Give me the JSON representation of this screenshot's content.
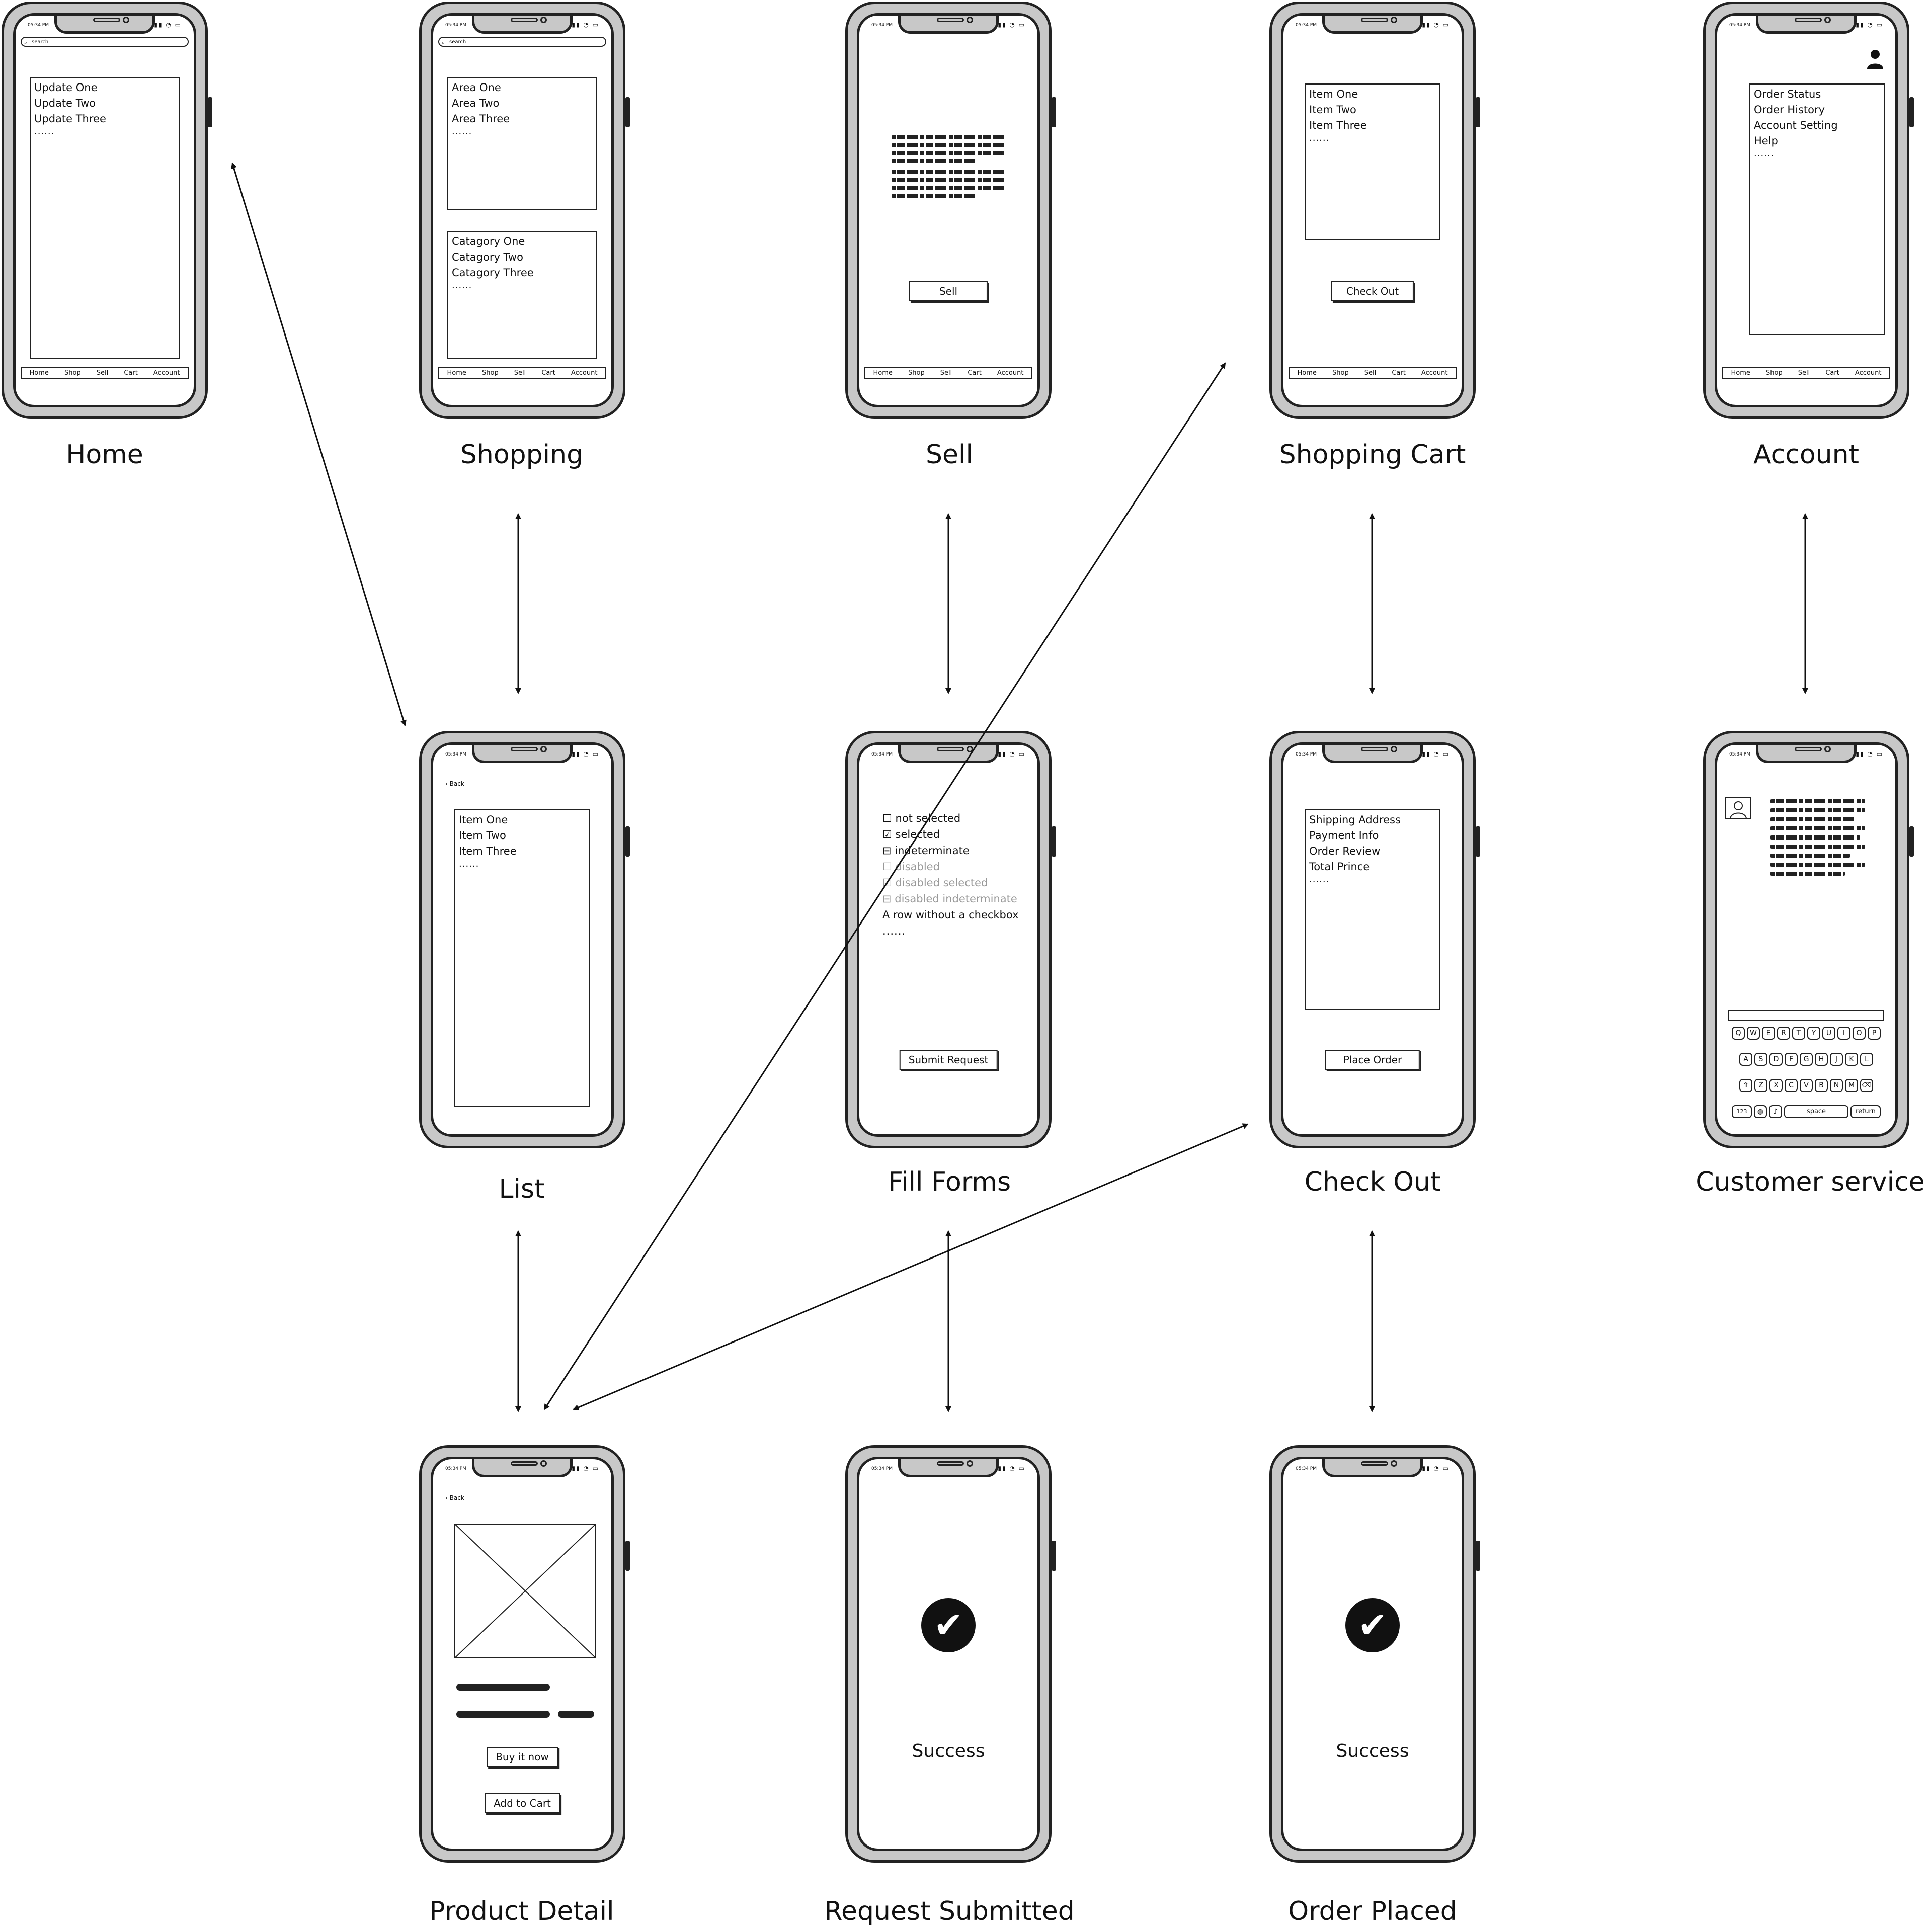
{
  "status_bar": {
    "time": "05:34 PM",
    "signal": "▮▮ ◔ ▭"
  },
  "tabbar": [
    "Home",
    "Shop",
    "Sell",
    "Cart",
    "Account"
  ],
  "search_placeholder": "search",
  "back_label": "Back",
  "ellipsis": "......",
  "screens": {
    "home": {
      "label": "Home",
      "items": [
        "Update One",
        "Update Two",
        "Update Three"
      ]
    },
    "shopping": {
      "label": "Shopping",
      "areas": [
        "Area One",
        "Area Two",
        "Area Three"
      ],
      "categories": [
        "Catagory One",
        "Catagory Two",
        "Catagory Three"
      ]
    },
    "sell": {
      "label": "Sell",
      "button": "Sell"
    },
    "cart": {
      "label": "Shopping Cart",
      "items": [
        "Item One",
        "Item Two",
        "Item Three"
      ],
      "button": "Check Out"
    },
    "account": {
      "label": "Account",
      "items": [
        "Order Status",
        "Order History",
        "Account Setting",
        "Help"
      ]
    },
    "list": {
      "label": "List",
      "items": [
        "Item One",
        "Item Two",
        "Item Three"
      ]
    },
    "forms": {
      "label": "Fill Forms",
      "button": "Submit Request",
      "rows": [
        {
          "box": "☐",
          "text": "not selected",
          "disabled": false
        },
        {
          "box": "☑",
          "text": "selected",
          "disabled": false
        },
        {
          "box": "⊟",
          "text": "indeterminate",
          "disabled": false
        },
        {
          "box": "☐",
          "text": "disabled",
          "disabled": true
        },
        {
          "box": "☑",
          "text": "disabled selected",
          "disabled": true
        },
        {
          "box": "⊟",
          "text": "disabled indeterminate",
          "disabled": true
        },
        {
          "box": "",
          "text": "A row without a checkbox",
          "disabled": false
        }
      ]
    },
    "checkout": {
      "label": "Check Out",
      "items": [
        "Shipping Address",
        "Payment Info",
        "Order Review",
        "Total Prince"
      ],
      "button": "Place Order"
    },
    "support": {
      "label": "Customer service",
      "keyboard": {
        "row1": [
          "Q",
          "W",
          "E",
          "R",
          "T",
          "Y",
          "U",
          "I",
          "O",
          "P"
        ],
        "row2": [
          "A",
          "S",
          "D",
          "F",
          "G",
          "H",
          "J",
          "K",
          "L"
        ],
        "row3": [
          "⇧",
          "Z",
          "X",
          "C",
          "V",
          "B",
          "N",
          "M",
          "⌫"
        ],
        "num": "123",
        "space": "space",
        "ret": "return"
      }
    },
    "product": {
      "label": "Product Detail",
      "buy": "Buy it now",
      "add": "Add to Cart"
    },
    "request": {
      "label": "Request Submitted",
      "message": "Success"
    },
    "placed": {
      "label": "Order Placed",
      "message": "Success"
    }
  }
}
